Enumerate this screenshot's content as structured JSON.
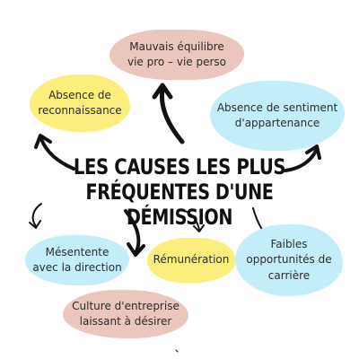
{
  "title": {
    "line1": "LES CAUSES LES PLUS",
    "line2": "FRÉQUENTES D'UNE DÉMISSION"
  },
  "causes": {
    "work_life_balance": "Mauvais équilibre\nvie pro – vie perso",
    "recognition": "Absence de\nreconnaissance",
    "belonging": "Absence de  sentiment\nd'appartenance",
    "management": "Mésentente\navec la direction",
    "pay": "Rémunération",
    "career": "Faibles\nopportunités de\ncarrière",
    "culture": "Culture d'entreprise\nlaissant à désirer"
  },
  "colors": {
    "pink": "#ebc6bd",
    "yellow": "#fbee7c",
    "blue": "#c3edf8",
    "text": "#111111"
  }
}
